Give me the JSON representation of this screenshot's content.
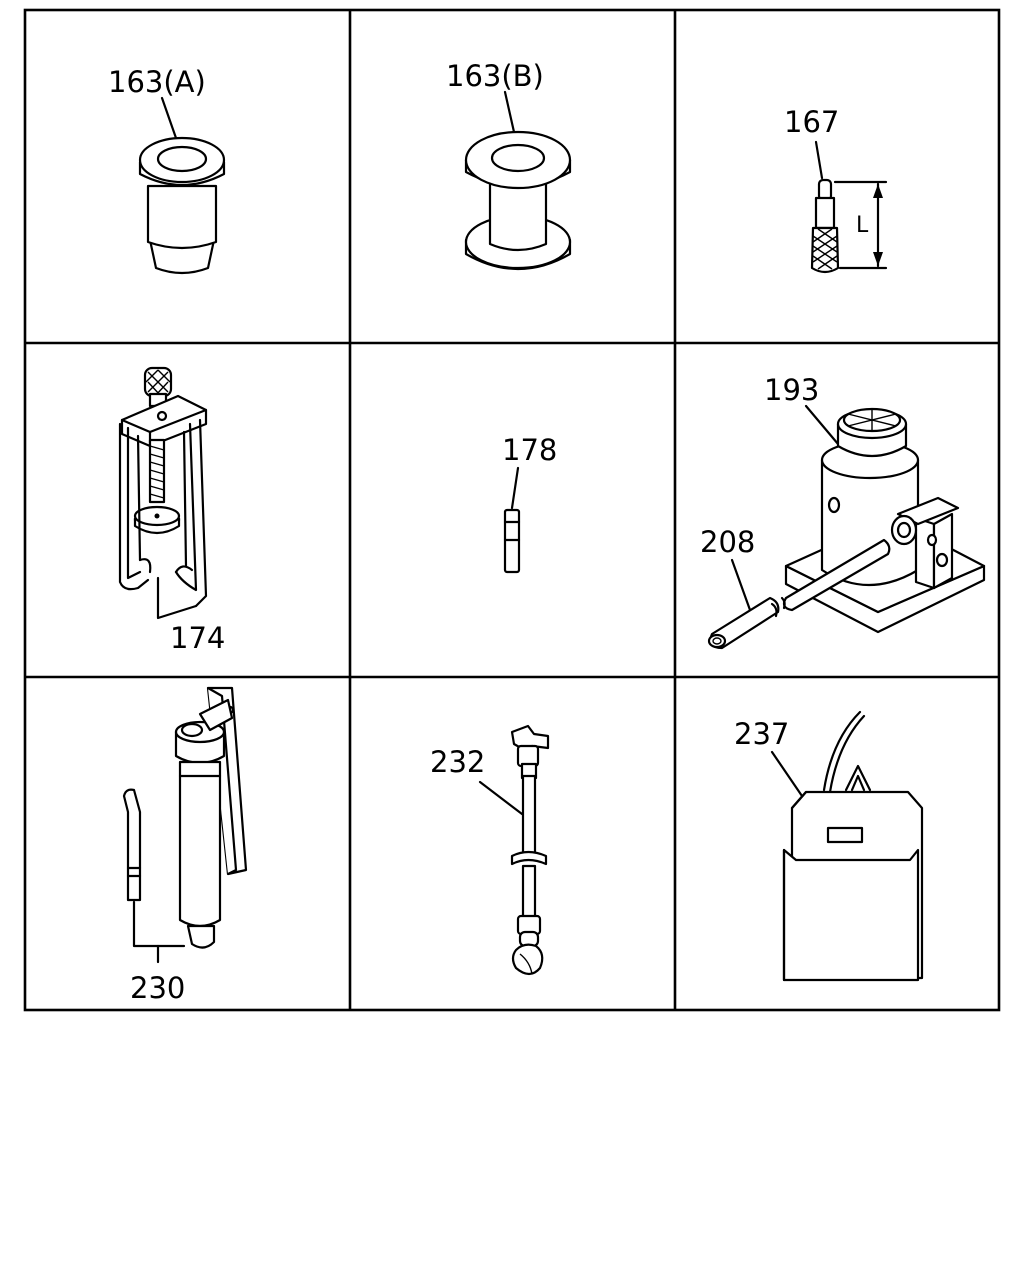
{
  "parts": [
    {
      "id": "p163a",
      "label": "163(A)"
    },
    {
      "id": "p163b",
      "label": "163(B)"
    },
    {
      "id": "p167",
      "label": "167",
      "dimension": "L"
    },
    {
      "id": "p174",
      "label": "174"
    },
    {
      "id": "p178",
      "label": "178"
    },
    {
      "id": "p193",
      "label": "193"
    },
    {
      "id": "p208",
      "label": "208"
    },
    {
      "id": "p230",
      "label": "230"
    },
    {
      "id": "p232",
      "label": "232"
    },
    {
      "id": "p237",
      "label": "237"
    }
  ]
}
